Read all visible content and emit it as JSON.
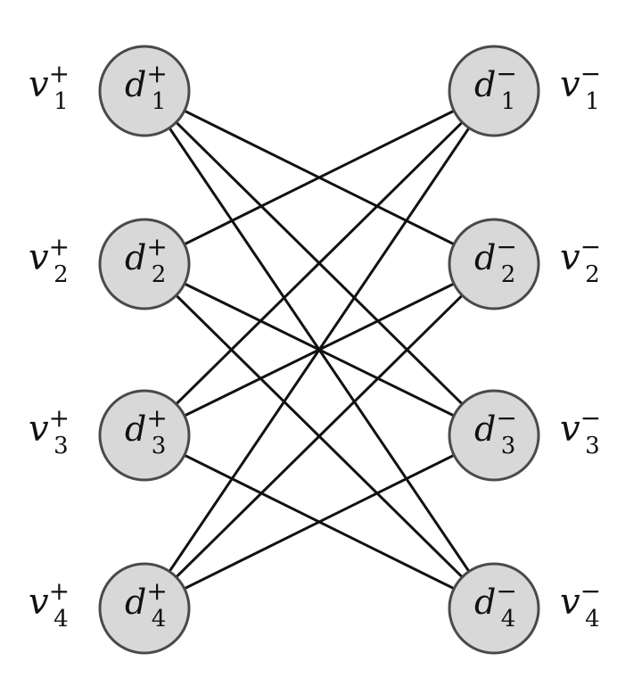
{
  "graph": {
    "left_nodes": [
      {
        "id": "L1",
        "base": "d",
        "sub": "1",
        "sup": "+"
      },
      {
        "id": "L2",
        "base": "d",
        "sub": "2",
        "sup": "+"
      },
      {
        "id": "L3",
        "base": "d",
        "sub": "3",
        "sup": "+"
      },
      {
        "id": "L4",
        "base": "d",
        "sub": "4",
        "sup": "+"
      }
    ],
    "right_nodes": [
      {
        "id": "R1",
        "base": "d",
        "sub": "1",
        "sup": "−"
      },
      {
        "id": "R2",
        "base": "d",
        "sub": "2",
        "sup": "−"
      },
      {
        "id": "R3",
        "base": "d",
        "sub": "3",
        "sup": "−"
      },
      {
        "id": "R4",
        "base": "d",
        "sub": "4",
        "sup": "−"
      }
    ],
    "left_side_labels": [
      {
        "base": "v",
        "sub": "1",
        "sup": "+"
      },
      {
        "base": "v",
        "sub": "2",
        "sup": "+"
      },
      {
        "base": "v",
        "sub": "3",
        "sup": "+"
      },
      {
        "base": "v",
        "sub": "4",
        "sup": "+"
      }
    ],
    "right_side_labels": [
      {
        "base": "v",
        "sub": "1",
        "sup": "−"
      },
      {
        "base": "v",
        "sub": "2",
        "sup": "−"
      },
      {
        "base": "v",
        "sub": "3",
        "sup": "−"
      },
      {
        "base": "v",
        "sub": "4",
        "sup": "−"
      }
    ],
    "edges": [
      [
        "L1",
        "R2"
      ],
      [
        "L1",
        "R3"
      ],
      [
        "L1",
        "R4"
      ],
      [
        "L2",
        "R1"
      ],
      [
        "L2",
        "R3"
      ],
      [
        "L2",
        "R4"
      ],
      [
        "L3",
        "R1"
      ],
      [
        "L3",
        "R2"
      ],
      [
        "L3",
        "R4"
      ],
      [
        "L4",
        "R1"
      ],
      [
        "L4",
        "R2"
      ],
      [
        "L4",
        "R3"
      ]
    ]
  }
}
